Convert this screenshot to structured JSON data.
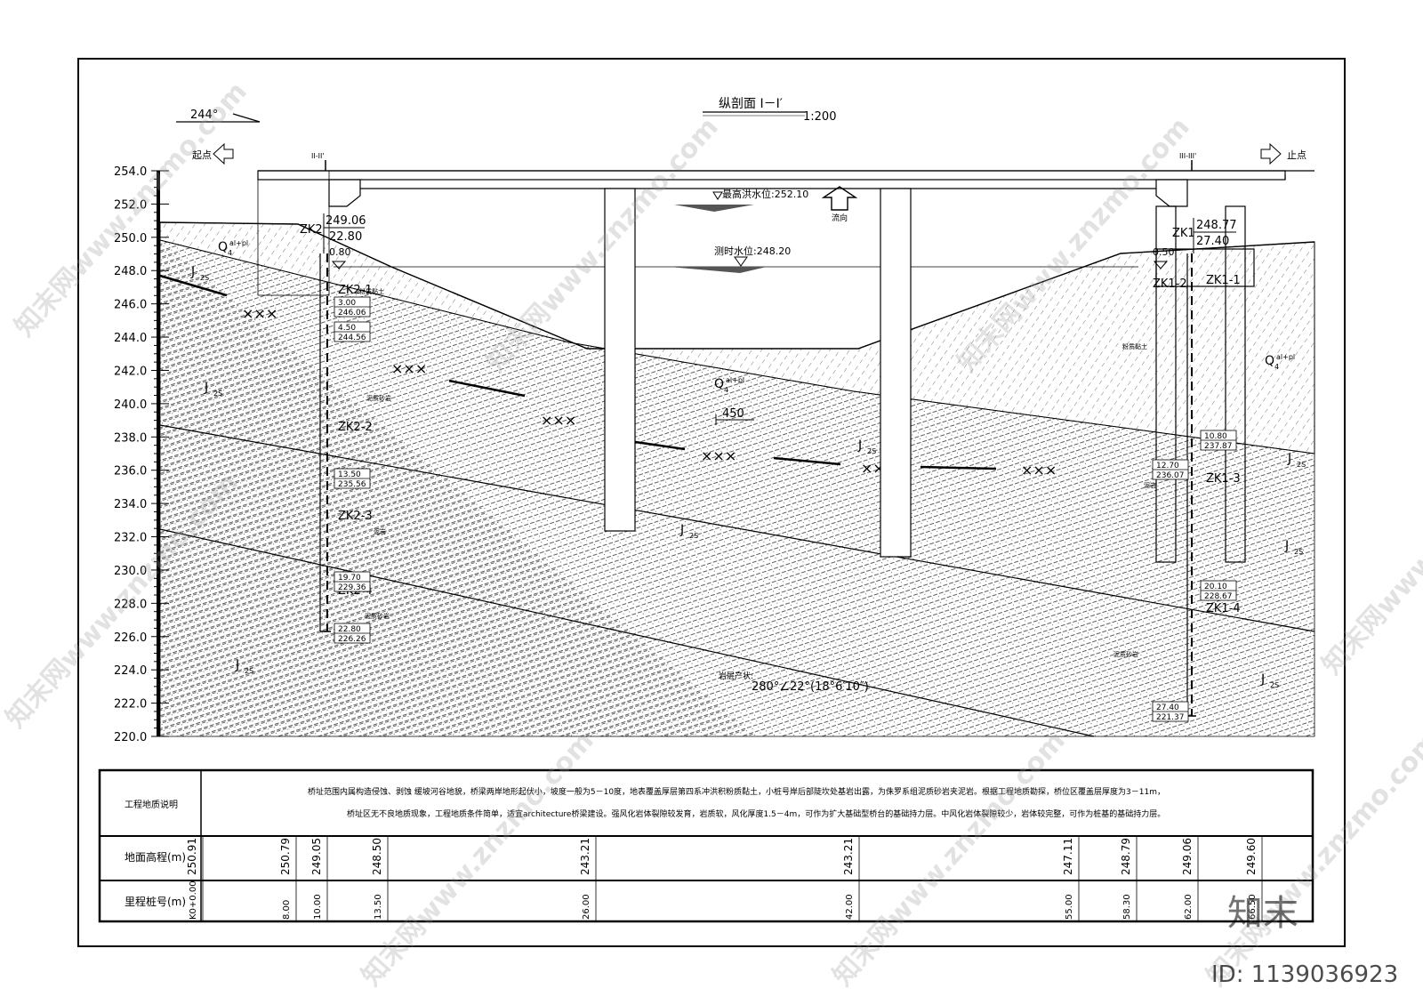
{
  "title": {
    "main": "纵剖面 I－I′",
    "scale": "1:200"
  },
  "direction_angle": "244°",
  "start_label": "起点",
  "end_label": "止点",
  "section_marks": [
    "II-II'",
    "III-III'"
  ],
  "flow_label": "流向",
  "water_levels": {
    "highest": "最高洪水位:252.10",
    "measured": "测时水位:248.20"
  },
  "elev_axis": {
    "min": 220,
    "max": 254,
    "step": 2,
    "labels": [
      "254.0",
      "252.0",
      "250.0",
      "248.0",
      "246.0",
      "244.0",
      "242.0",
      "240.0",
      "238.0",
      "236.0",
      "234.0",
      "232.0",
      "230.0",
      "228.0",
      "226.0",
      "224.0",
      "222.0",
      "220.0"
    ]
  },
  "strata_labels": {
    "q4_left": "Q",
    "q4_sup": "al+pl",
    "q4_sub": "4",
    "j2s": "J",
    "j2s_sub": "2S",
    "clay": "粉质黏土",
    "sandstone": "泥质砂岩",
    "mudstone": "泥岩",
    "dim_450": "450",
    "attitude_label": "岩层产状:",
    "attitude_value": "280°∠22°(18°6′10″)"
  },
  "boreholes": {
    "zk2": {
      "name": "ZK2",
      "top_elev": "249.06",
      "depth": "22.80",
      "water": "0.80",
      "samples": [
        "ZK2-1",
        "ZK2-2",
        "ZK2-3",
        "ZK2-4"
      ],
      "layers": [
        [
          "3.00",
          "246.06"
        ],
        [
          "4.50",
          "244.56"
        ],
        [
          "13.50",
          "235.56"
        ],
        [
          "19.70",
          "229.36"
        ],
        [
          "22.80",
          "226.26"
        ]
      ]
    },
    "zk1": {
      "name": "ZK1",
      "top_elev": "248.77",
      "depth": "27.40",
      "water": "0.50",
      "samples": [
        "ZK1-1",
        "ZK1-2",
        "ZK1-3",
        "ZK1-4"
      ],
      "layers": [
        [
          "10.80",
          "237.87"
        ],
        [
          "12.70",
          "236.07"
        ],
        [
          "20.10",
          "228.67"
        ],
        [
          "27.40",
          "221.37"
        ]
      ]
    }
  },
  "table": {
    "desc_label": "工程地质说明",
    "desc_line1": "桥址范围内属构造侵蚀、剥蚀 缓坡河谷地貌，桥梁两岸地形起伏小，坡度一般为5－10度，地表覆盖厚层第四系冲洪积粉质黏土，小桩号岸后部陡坎处基岩出露，为侏罗系组泥质砂岩夹泥岩。根据工程地质勘探，桥位区覆盖层厚度为3－11m，",
    "desc_line2": "桥址区无不良地质现象，工程地质条件简单，适宜architecture桥梁建设。强风化岩体裂隙较发育，岩质软，风化厚度1.5－4m，可作为扩大基础型桥台的基础持力层。中风化岩体裂隙较少，岩体较完整，可作为桩基的基础持力层。",
    "ground_label": "地面高程(m)",
    "mileage_label": "里程桩号(m)",
    "ground_values": [
      "250.91",
      "250.79",
      "249.05",
      "248.50",
      "243.21",
      "243.21",
      "247.11",
      "248.79",
      "249.06",
      "249.60"
    ],
    "mileage_values": [
      "K0+0.00",
      "8.00",
      "10.00",
      "13.50",
      "26.00",
      "42.00",
      "55.00",
      "58.30",
      "62.00",
      "66.50"
    ]
  },
  "watermark": {
    "id": "ID: 1139036923",
    "logo": "知末",
    "text": "知末网www.znzmo.com"
  }
}
